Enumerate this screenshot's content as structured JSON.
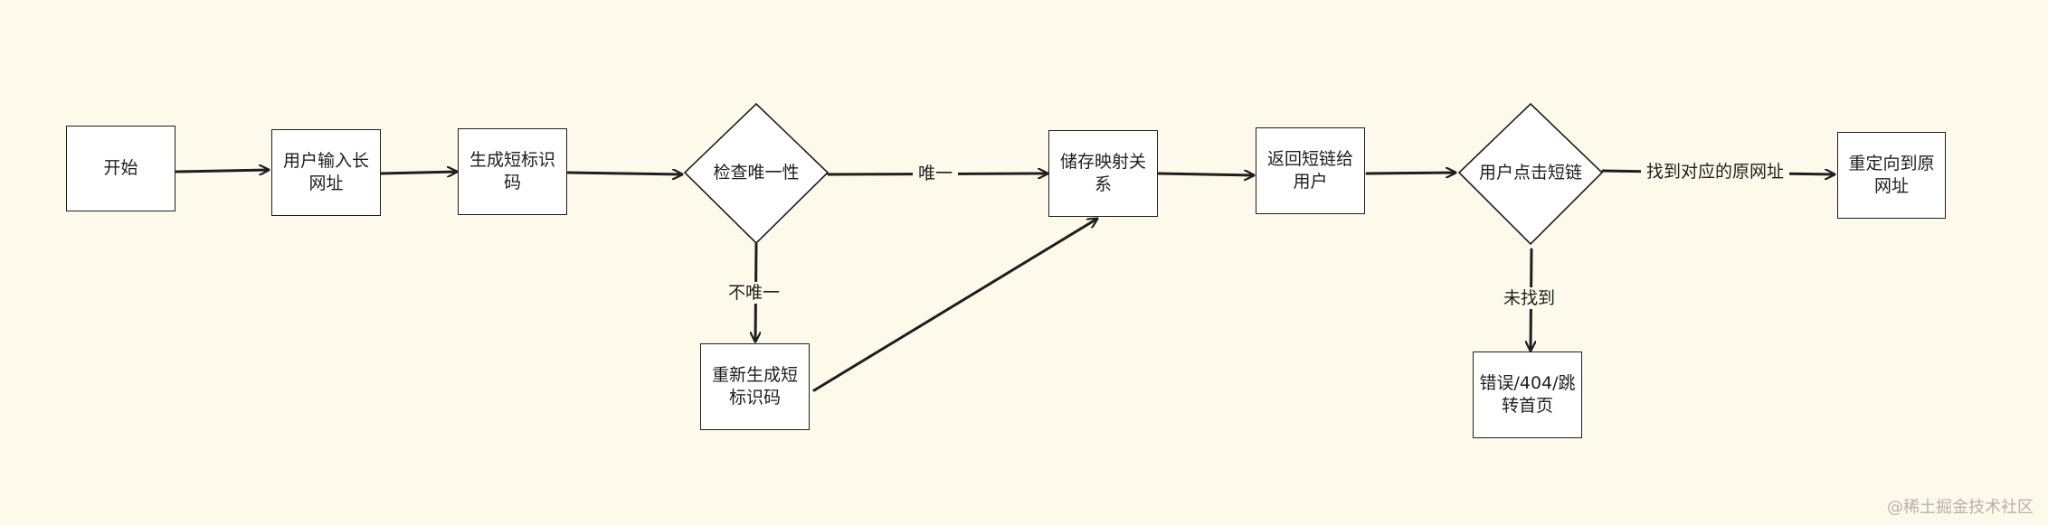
{
  "nodes": {
    "start": "开始",
    "input_long_url": "用户输入长网址",
    "generate_code": "生成短标识码",
    "check_unique": "检查唯一性",
    "regenerate": "重新生成短标识码",
    "store_mapping": "储存映射关系",
    "return_link": "返回短链给用户",
    "user_clicks": "用户点击短链",
    "redirect": "重定向到原网址",
    "error_page": "错误/404/跳转首页"
  },
  "edge_labels": {
    "unique": "唯一",
    "not_unique": "不唯一",
    "found_original": "找到对应的原网址",
    "not_found": "未找到"
  },
  "watermark": "@稀土掘金技术社区",
  "colors": {
    "background": "#fefaeb",
    "stroke": "#1e1e1e",
    "node_fill": "#ffffff"
  }
}
